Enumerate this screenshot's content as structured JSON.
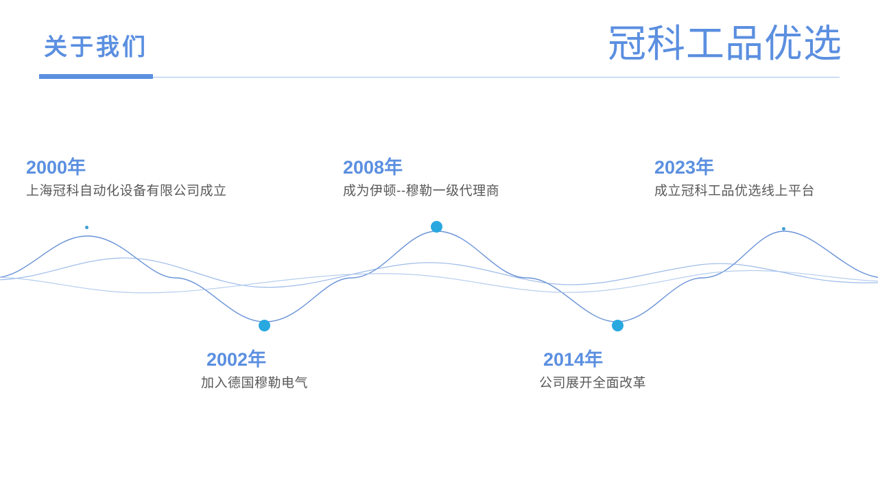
{
  "header": {
    "section_label": "关于我们",
    "brand_title": "冠科工品优选",
    "accent_color": "#5B8FE0",
    "rule_color": "#9FC0EA"
  },
  "timeline": {
    "marker_color": "#29A8E0",
    "entries": [
      {
        "year": "2000年",
        "desc": "上海冠科自动化设备有限公司成立",
        "position": "top"
      },
      {
        "year": "2002年",
        "desc": "加入德国穆勒电气",
        "position": "bottom"
      },
      {
        "year": "2008年",
        "desc": "成为伊顿--穆勒一级代理商",
        "position": "top"
      },
      {
        "year": "2014年",
        "desc": "公司展开全面改革",
        "position": "bottom"
      },
      {
        "year": "2023年",
        "desc": "成立冠科工品优选线上平台",
        "position": "top"
      }
    ]
  },
  "decoration": {
    "wave_colors": [
      "#4D7FD0",
      "#7BA3E0",
      "#A8C4EC"
    ]
  }
}
